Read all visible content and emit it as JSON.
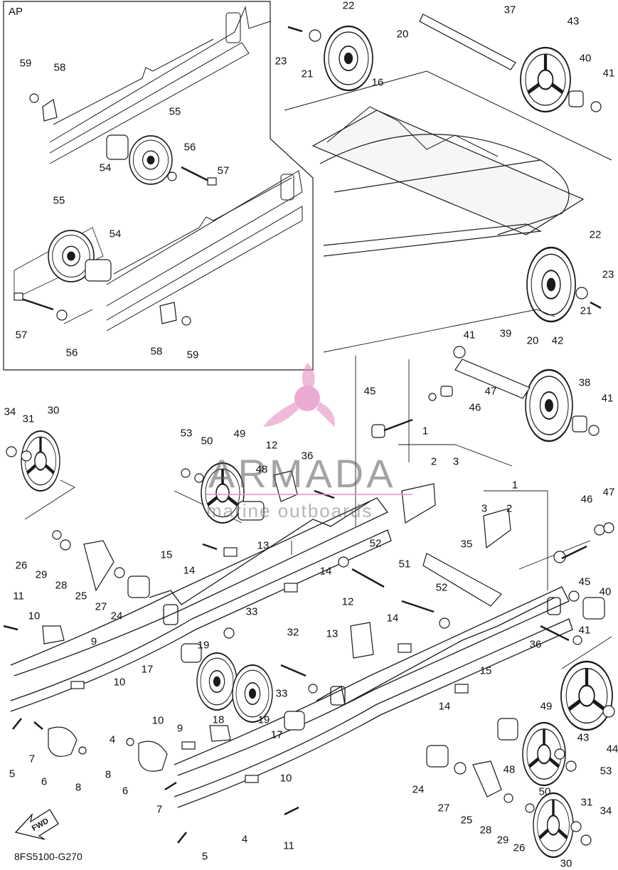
{
  "inset": {
    "title": "AP"
  },
  "diagram_code": "8FS5100-G270",
  "fwd_label": "FWD",
  "watermark": {
    "brand": "ARMADA",
    "tagline": "marine outboards",
    "color": "#e58fc0"
  },
  "colors": {
    "ink": "#1a1a1a",
    "paper": "#ffffff"
  },
  "callouts": [
    {
      "id": "c1",
      "text": "22"
    },
    {
      "id": "c2",
      "text": "23"
    },
    {
      "id": "c3",
      "text": "21"
    },
    {
      "id": "c4",
      "text": "20"
    },
    {
      "id": "c5",
      "text": "37"
    },
    {
      "id": "c6",
      "text": "43"
    },
    {
      "id": "c7",
      "text": "40"
    },
    {
      "id": "c8",
      "text": "41"
    },
    {
      "id": "c9",
      "text": "16"
    },
    {
      "id": "c10",
      "text": "22"
    },
    {
      "id": "c11",
      "text": "23"
    },
    {
      "id": "c12",
      "text": "21"
    },
    {
      "id": "c13",
      "text": "20"
    },
    {
      "id": "c14",
      "text": "41"
    },
    {
      "id": "c15",
      "text": "39"
    },
    {
      "id": "c16",
      "text": "42"
    },
    {
      "id": "c17",
      "text": "45"
    },
    {
      "id": "c18",
      "text": "47"
    },
    {
      "id": "c19",
      "text": "46"
    },
    {
      "id": "c20",
      "text": "38"
    },
    {
      "id": "c21",
      "text": "41"
    },
    {
      "id": "c22",
      "text": "59"
    },
    {
      "id": "c23",
      "text": "58"
    },
    {
      "id": "c24",
      "text": "55"
    },
    {
      "id": "c25",
      "text": "56"
    },
    {
      "id": "c26",
      "text": "57"
    },
    {
      "id": "c27",
      "text": "54"
    },
    {
      "id": "c28",
      "text": "55"
    },
    {
      "id": "c29",
      "text": "54"
    },
    {
      "id": "c30",
      "text": "57"
    },
    {
      "id": "c31",
      "text": "56"
    },
    {
      "id": "c32",
      "text": "58"
    },
    {
      "id": "c33",
      "text": "59"
    },
    {
      "id": "c34",
      "text": "34"
    },
    {
      "id": "c35",
      "text": "31"
    },
    {
      "id": "c36",
      "text": "30"
    },
    {
      "id": "c37",
      "text": "53"
    },
    {
      "id": "c38",
      "text": "50"
    },
    {
      "id": "c39",
      "text": "49"
    },
    {
      "id": "c40",
      "text": "12"
    },
    {
      "id": "c41",
      "text": "48"
    },
    {
      "id": "c42",
      "text": "36"
    },
    {
      "id": "c43",
      "text": "1"
    },
    {
      "id": "c44",
      "text": "2"
    },
    {
      "id": "c45",
      "text": "3"
    },
    {
      "id": "c46",
      "text": "1"
    },
    {
      "id": "c47",
      "text": "3"
    },
    {
      "id": "c48",
      "text": "2"
    },
    {
      "id": "c49",
      "text": "46"
    },
    {
      "id": "c50",
      "text": "47"
    },
    {
      "id": "c51",
      "text": "13"
    },
    {
      "id": "c52",
      "text": "15"
    },
    {
      "id": "c53",
      "text": "14"
    },
    {
      "id": "c54",
      "text": "14"
    },
    {
      "id": "c55",
      "text": "52"
    },
    {
      "id": "c56",
      "text": "51"
    },
    {
      "id": "c57",
      "text": "35"
    },
    {
      "id": "c58",
      "text": "45"
    },
    {
      "id": "c59",
      "text": "40"
    },
    {
      "id": "c60",
      "text": "26"
    },
    {
      "id": "c61",
      "text": "29"
    },
    {
      "id": "c62",
      "text": "28"
    },
    {
      "id": "c63",
      "text": "25"
    },
    {
      "id": "c64",
      "text": "27"
    },
    {
      "id": "c65",
      "text": "24"
    },
    {
      "id": "c66",
      "text": "11"
    },
    {
      "id": "c67",
      "text": "10"
    },
    {
      "id": "c68",
      "text": "9"
    },
    {
      "id": "c69",
      "text": "10"
    },
    {
      "id": "c70",
      "text": "19"
    },
    {
      "id": "c71",
      "text": "33"
    },
    {
      "id": "c72",
      "text": "17"
    },
    {
      "id": "c73",
      "text": "52"
    },
    {
      "id": "c74",
      "text": "41"
    },
    {
      "id": "c75",
      "text": "12"
    },
    {
      "id": "c76",
      "text": "14"
    },
    {
      "id": "c77",
      "text": "36"
    },
    {
      "id": "c78",
      "text": "32"
    },
    {
      "id": "c79",
      "text": "13"
    },
    {
      "id": "c80",
      "text": "18"
    },
    {
      "id": "c81",
      "text": "19"
    },
    {
      "id": "c82",
      "text": "33"
    },
    {
      "id": "c83",
      "text": "17"
    },
    {
      "id": "c84",
      "text": "15"
    },
    {
      "id": "c85",
      "text": "14"
    },
    {
      "id": "c86",
      "text": "4"
    },
    {
      "id": "c87",
      "text": "5"
    },
    {
      "id": "c88",
      "text": "7"
    },
    {
      "id": "c89",
      "text": "6"
    },
    {
      "id": "c90",
      "text": "8"
    },
    {
      "id": "c91",
      "text": "8"
    },
    {
      "id": "c92",
      "text": "10"
    },
    {
      "id": "c93",
      "text": "9"
    },
    {
      "id": "c94",
      "text": "6"
    },
    {
      "id": "c95",
      "text": "10"
    },
    {
      "id": "c96",
      "text": "7"
    },
    {
      "id": "c97",
      "text": "5"
    },
    {
      "id": "c98",
      "text": "4"
    },
    {
      "id": "c99",
      "text": "11"
    },
    {
      "id": "c100",
      "text": "49"
    },
    {
      "id": "c101",
      "text": "43"
    },
    {
      "id": "c102",
      "text": "44"
    },
    {
      "id": "c103",
      "text": "48"
    },
    {
      "id": "c104",
      "text": "53"
    },
    {
      "id": "c105",
      "text": "50"
    },
    {
      "id": "c106",
      "text": "24"
    },
    {
      "id": "c107",
      "text": "27"
    },
    {
      "id": "c108",
      "text": "25"
    },
    {
      "id": "c109",
      "text": "28"
    },
    {
      "id": "c110",
      "text": "29"
    },
    {
      "id": "c111",
      "text": "26"
    },
    {
      "id": "c112",
      "text": "31"
    },
    {
      "id": "c113",
      "text": "34"
    },
    {
      "id": "c114",
      "text": "30"
    }
  ]
}
